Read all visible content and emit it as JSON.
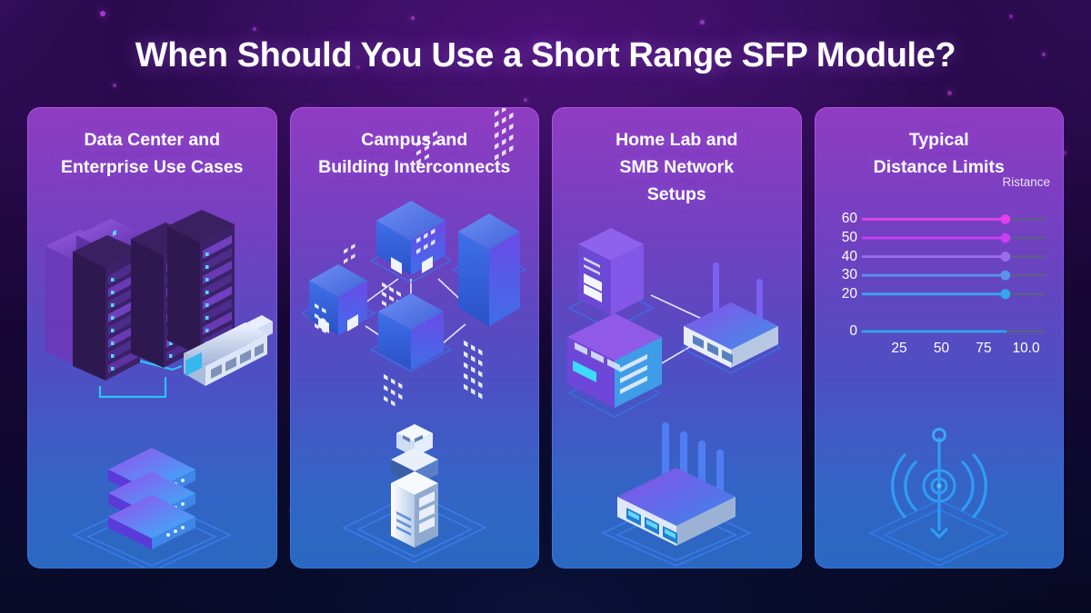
{
  "page": {
    "title": "When Should You Use a Short Range SFP Module?",
    "background_top": "#3b1063",
    "background_bottom": "#070822"
  },
  "cards": [
    {
      "id": "data-center",
      "title_lines": [
        "Data Center and",
        "Enterprise Use Cases"
      ],
      "art": "isometric-server-racks-with-sfp-module",
      "icon": "stacked-server-icon"
    },
    {
      "id": "campus",
      "title_lines": [
        "Campus and",
        "Building Interconnects"
      ],
      "art": "isometric-buildings-network",
      "icon": "sfp-transceiver-icon"
    },
    {
      "id": "home-lab",
      "title_lines": [
        "Home Lab and",
        "SMB Network",
        "Setups"
      ],
      "art": "isometric-server-nas-router",
      "icon": "wireless-router-icon"
    },
    {
      "id": "distance-limits",
      "title_lines": [
        "Typical",
        "Distance Limits"
      ],
      "art": "distance-limits-chart",
      "icon": "wireless-signal-icon"
    }
  ],
  "chart_data": {
    "type": "line",
    "title": "Typical Distance Limits",
    "legend": [
      "Ristance"
    ],
    "legend_position": "top-right",
    "xlabel": "",
    "ylabel": "",
    "grid": false,
    "x": [
      10.0
    ],
    "xtick_labels": [
      "25",
      "50",
      "75",
      "10.0"
    ],
    "xtick_positions": [
      25,
      50,
      75,
      100
    ],
    "xlim": [
      0,
      120
    ],
    "ytick_labels": [
      "60",
      "50",
      "40",
      "30",
      "20",
      "0"
    ],
    "ytick_values": [
      60,
      50,
      40,
      30,
      20,
      0
    ],
    "ylim": [
      0,
      66
    ],
    "series": [
      {
        "name": "60",
        "value": 60,
        "color": "#e040f0",
        "marker": true
      },
      {
        "name": "50",
        "value": 50,
        "color": "#c83ff0",
        "marker": true
      },
      {
        "name": "40",
        "value": 40,
        "color": "#9a6df0",
        "marker": true
      },
      {
        "name": "30",
        "value": 30,
        "color": "#5a92ec",
        "marker": true
      },
      {
        "name": "20",
        "value": 20,
        "color": "#35a5ef",
        "marker": true
      },
      {
        "name": "0",
        "value": 0,
        "color": "#2ba7f0",
        "marker": false
      }
    ],
    "connector_color_top": "#e040f0",
    "connector_color_bottom": "#2ba7f0",
    "tail_color": "#5c6480"
  },
  "palette": {
    "magenta": "#e040f0",
    "purple": "#8a53e8",
    "blue": "#2f7ce0",
    "cyan": "#30d0ff",
    "text": "#ffffff"
  }
}
